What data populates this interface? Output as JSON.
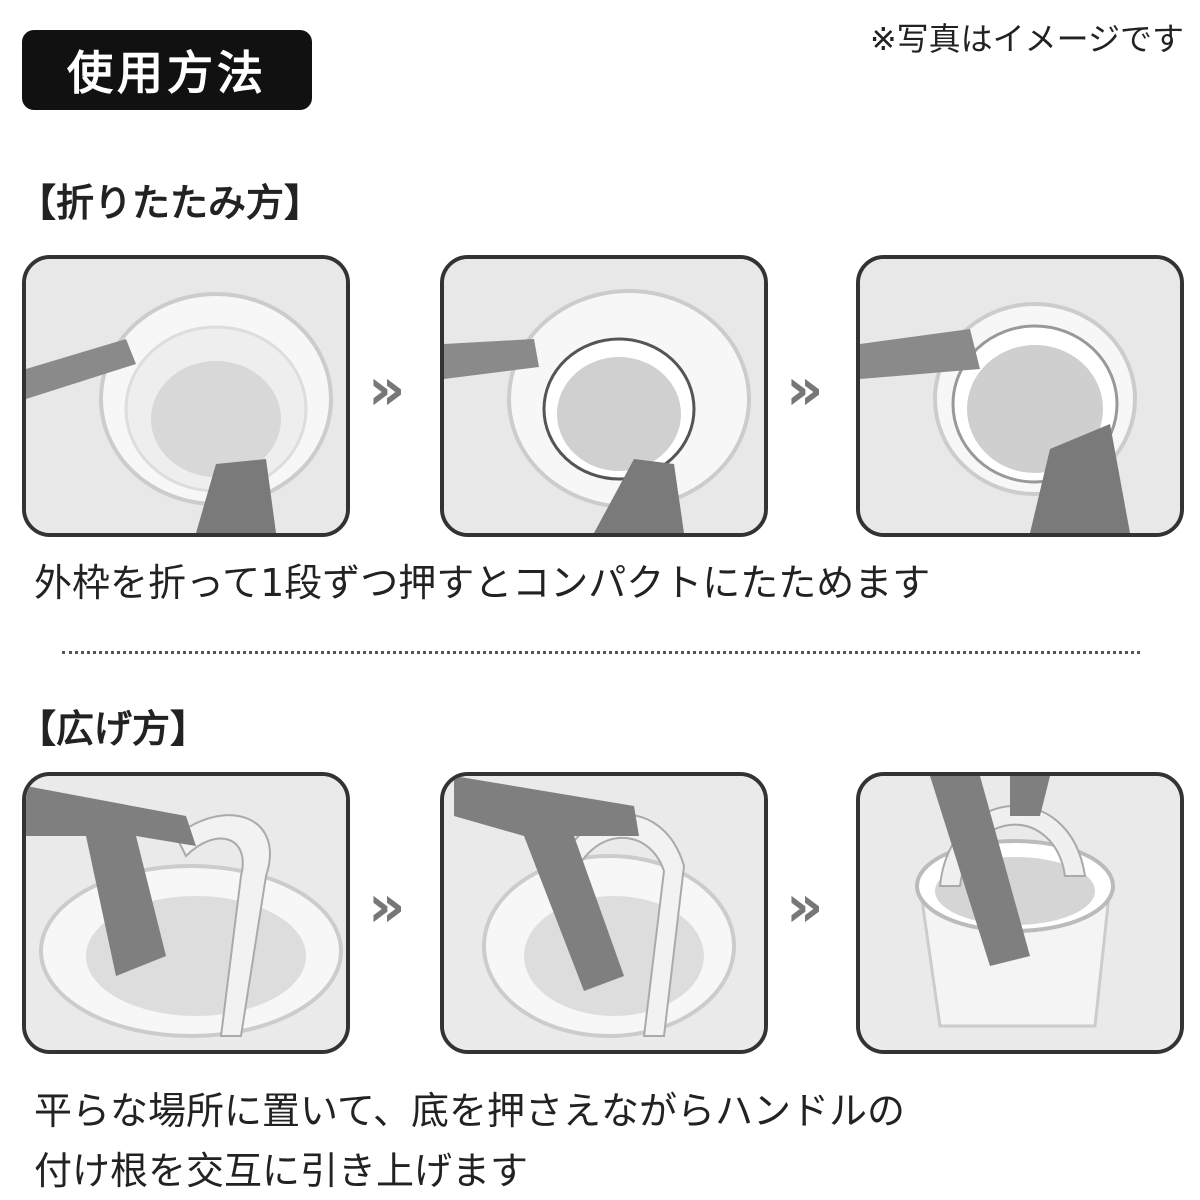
{
  "header": {
    "badge": "使用方法",
    "note": "※写真はイメージです"
  },
  "fold": {
    "heading": "【折りたたみ方】",
    "arrow": "»",
    "caption": "外枠を折って1段ずつ押すとコンパクトにたためます"
  },
  "unfold": {
    "heading": "【広げ方】",
    "arrow": "»",
    "caption_line1": "平らな場所に置いて、底を押さえながらハンドルの",
    "caption_line2": "付け根を交互に引き上げます"
  }
}
